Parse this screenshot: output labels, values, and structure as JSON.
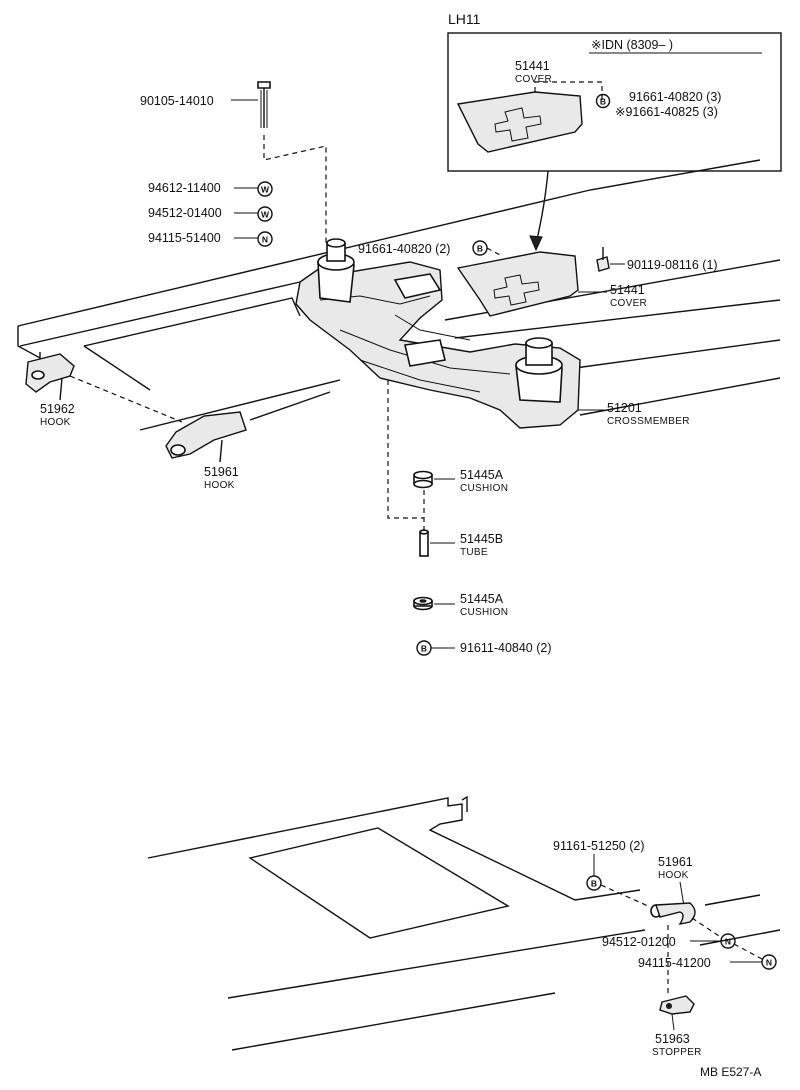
{
  "inset": {
    "title": "LH11",
    "header": "※IDN (8309–    )",
    "cover_part": "51441",
    "cover_name": "COVER",
    "bolt_symbol": "B",
    "bolt_part_1": "91661-40820 (3)",
    "bolt_part_2": "※91661-40825 (3)"
  },
  "symbols": {
    "washer": "W",
    "nut": "N",
    "bolt": "B"
  },
  "upper": {
    "bolt_90105": "90105-14010",
    "washer_94612": "94612-11400",
    "washer_94512": "94512-01400",
    "nut_94115": "94115-51400",
    "bolt_91661": "91661-40820 (2)",
    "bolt_90119": "90119-08116 (1)",
    "cover_part": "51441",
    "cover_name": "COVER",
    "hook_51962_part": "51962",
    "hook_51962_name": "HOOK",
    "hook_51961_part": "51961",
    "hook_51961_name": "HOOK",
    "crossmember_part": "51201",
    "crossmember_name": "CROSSMEMBER",
    "cushion_a_part": "51445A",
    "cushion_a_name": "CUSHION",
    "tube_part": "51445B",
    "tube_name": "TUBE",
    "cushion_b_part": "51445A",
    "cushion_b_name": "CUSHION",
    "bolt_91611": "91611-40840 (2)"
  },
  "lower": {
    "bolt_91161": "91161-51250 (2)",
    "hook_part": "51961",
    "hook_name": "HOOK",
    "washer_94512": "94512-01200",
    "nut_94115": "94115-41200",
    "stopper_part": "51963",
    "stopper_name": "STOPPER"
  },
  "footer": {
    "code": "MB  E527-A"
  }
}
